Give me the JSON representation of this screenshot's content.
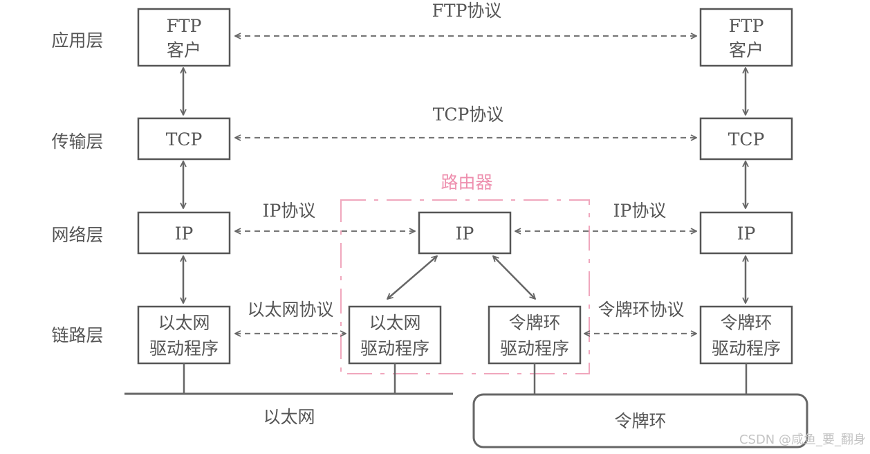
{
  "layers": [
    "应用层",
    "传输层",
    "网络层",
    "链路层"
  ],
  "left_host": {
    "ftp": [
      "FTP",
      "客户"
    ],
    "tcp": "TCP",
    "ip": "IP",
    "driver": [
      "以太网",
      "驱动程序"
    ]
  },
  "right_host": {
    "ftp": [
      "FTP",
      "客户"
    ],
    "tcp": "TCP",
    "ip": "IP",
    "driver": [
      "令牌环",
      "驱动程序"
    ]
  },
  "router": {
    "title": "路由器",
    "ip": "IP",
    "eth_driver": [
      "以太网",
      "驱动程序"
    ],
    "token_driver": [
      "令牌环",
      "驱动程序"
    ],
    "border_color": "#f0a7bd",
    "title_color": "#ee8fae"
  },
  "protocols": {
    "ftp": "FTP协议",
    "tcp": "TCP协议",
    "ip_left": "IP协议",
    "ip_right": "IP协议",
    "ethernet": "以太网协议",
    "token_ring": "令牌环协议"
  },
  "networks": {
    "ethernet": "以太网",
    "token_ring": "令牌环"
  },
  "watermark": "CSDN @咸鱼_要_翻身"
}
